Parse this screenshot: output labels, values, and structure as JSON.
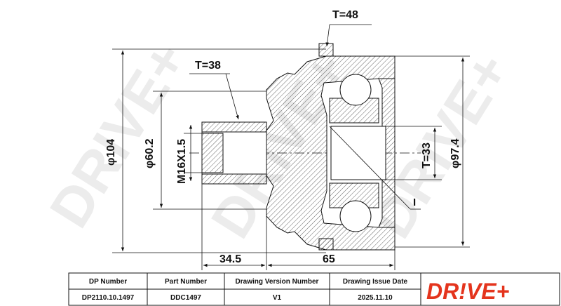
{
  "watermark": {
    "text": "DRIVE+",
    "color": "#ececec"
  },
  "dimensions": {
    "t48": "T=48",
    "t38": "T=38",
    "t33": "T=33",
    "d104": "φ104",
    "d602": "φ60.2",
    "m16": "M16X1.5",
    "d974": "φ97.4",
    "l345": "34.5",
    "l65": "65",
    "ilabel": "I"
  },
  "table": {
    "headers": [
      "DP Number",
      "Part Number",
      "Drawing Version Number",
      "Drawing Issue Date"
    ],
    "values": [
      "DP2110.10.1497",
      "DDC1497",
      "V1",
      "2025.11.10"
    ]
  },
  "logo": {
    "text": "DR!VE+",
    "color": "#e4341d"
  }
}
